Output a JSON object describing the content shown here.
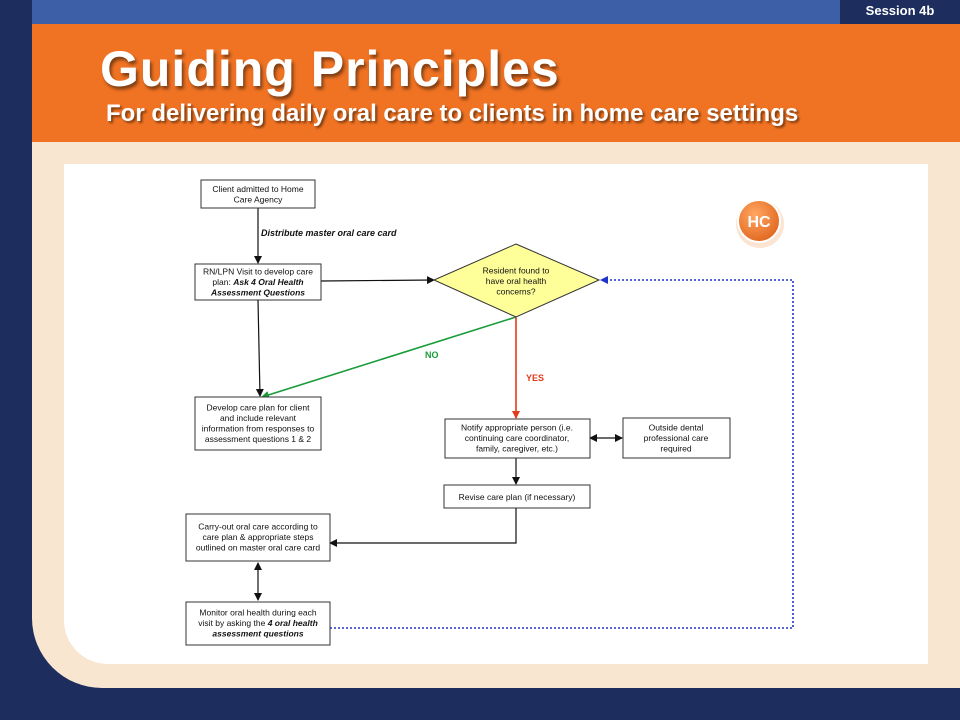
{
  "header": {
    "session_tag": "Session 4b",
    "title": "Guiding Principles",
    "subtitle": "For delivering daily oral care to clients in home care settings"
  },
  "badge": {
    "label": "HC",
    "color": "#f07323"
  },
  "colors": {
    "brand_orange": "#f07323",
    "navy": "#1c2d5e",
    "top_strip_blue": "#3d5fa8",
    "decision_fill": "#ffff99",
    "no_arrow": "#1a9c3a",
    "yes_arrow": "#e23b1c",
    "loop_dotted": "#2233cc"
  },
  "flowchart": {
    "nodes": {
      "admit": {
        "lines": [
          "Client admitted to Home",
          "Care Agency"
        ]
      },
      "visit": {
        "lines": [
          "RN/LPN Visit to develop care",
          "plan: |Ask 4 Oral Health",
          "|Assessment Questions"
        ]
      },
      "decision": {
        "lines": [
          "Resident found to",
          "have oral health",
          "concerns?"
        ]
      },
      "develop": {
        "lines": [
          "Develop care plan for client",
          "and include relevant",
          "information from responses to",
          "assessment questions 1 & 2"
        ]
      },
      "notify": {
        "lines": [
          "Notify appropriate person (i.e.",
          "continuing care coordinator,",
          "family, caregiver, etc.)"
        ]
      },
      "outside": {
        "lines": [
          "Outside dental",
          "professional care",
          "required"
        ]
      },
      "revise": {
        "lines": [
          "Revise care plan (if necessary)"
        ]
      },
      "carry": {
        "lines": [
          "Carry-out oral care according to",
          "care plan & appropriate steps",
          "outlined on master oral care card"
        ]
      },
      "monitor": {
        "lines": [
          "Monitor oral health during each",
          "visit by asking the |4 oral health",
          "|assessment questions"
        ]
      }
    },
    "edge_labels": {
      "distribute": "Distribute master oral care card",
      "no": "NO",
      "yes": "YES"
    }
  }
}
